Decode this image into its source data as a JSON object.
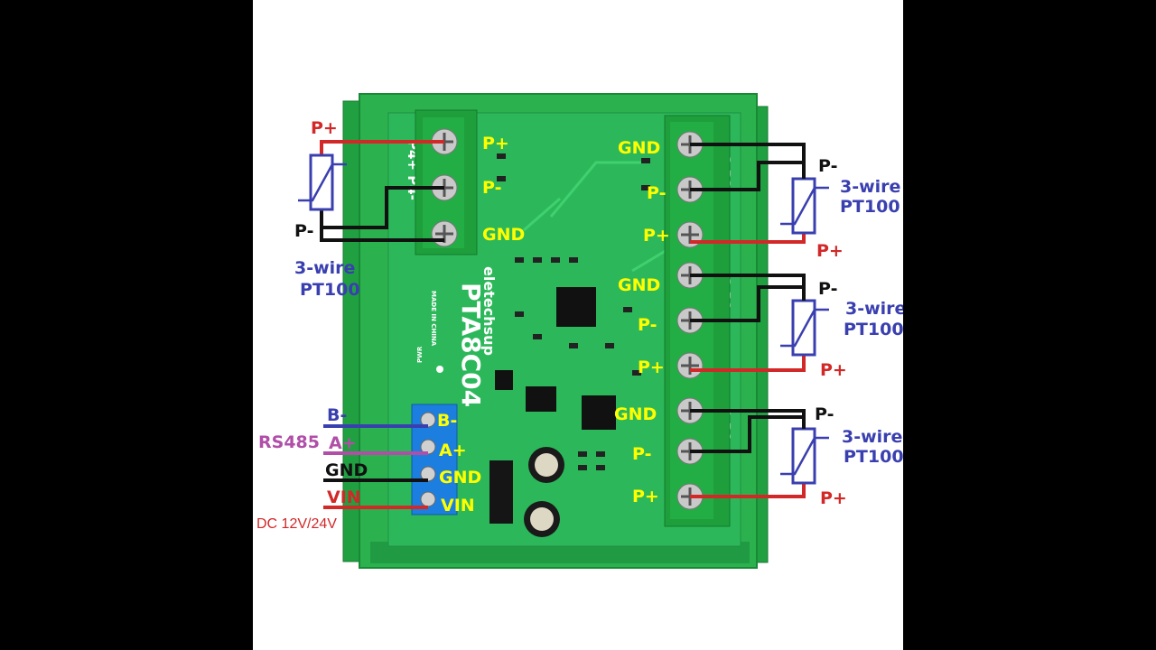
{
  "board": {
    "model": "PTA8C04",
    "brand": "eletechsup",
    "made_in": "MADE IN CHINA",
    "pwr_label": "PWR",
    "silk_left": "P4+  P4-",
    "silk_right_1": "G  P3-",
    "silk_right_2": "G  P2-",
    "silk_right_3": "G  P1-"
  },
  "left_terminals": {
    "t1": "P+",
    "t2": "P-",
    "t3": "GND"
  },
  "right_terminals": {
    "g1_gnd": "GND",
    "g1_pm": "P-",
    "g1_pp": "P+",
    "g2_gnd": "GND",
    "g2_pm": "P-",
    "g2_pp": "P+",
    "g3_gnd": "GND",
    "g3_pm": "P-",
    "g3_pp": "P+"
  },
  "rs485_terminals": {
    "b": "B-",
    "a": "A+",
    "gnd": "GND",
    "vin": "VIN"
  },
  "left_sensor": {
    "p_plus": "P+",
    "p_minus": "P-",
    "title_line1": "3-wire",
    "title_line2": "PT100"
  },
  "right_sensors": [
    {
      "p_minus": "P-",
      "p_plus": "P+",
      "line1": "3-wire",
      "line2": "PT100"
    },
    {
      "p_minus": "P-",
      "p_plus": "P+",
      "line1": "3-wire",
      "line2": "PT100"
    },
    {
      "p_minus": "P-",
      "p_plus": "P+",
      "line1": "3-wire",
      "line2": "PT100"
    }
  ],
  "bus_labels": {
    "b": "B-",
    "rs485": "RS485",
    "a": "A+",
    "gnd": "GND",
    "vin": "VIN",
    "dc": "DC 12V/24V"
  },
  "colors": {
    "red": "#d22828",
    "black": "#111111",
    "blue": "#3a3fb0",
    "purple": "#b04ea8",
    "yellow": "#ffff00",
    "board_green": "#28a84a",
    "terminal_green": "#1e9f3c",
    "terminal_blue": "#1c7fe0"
  }
}
